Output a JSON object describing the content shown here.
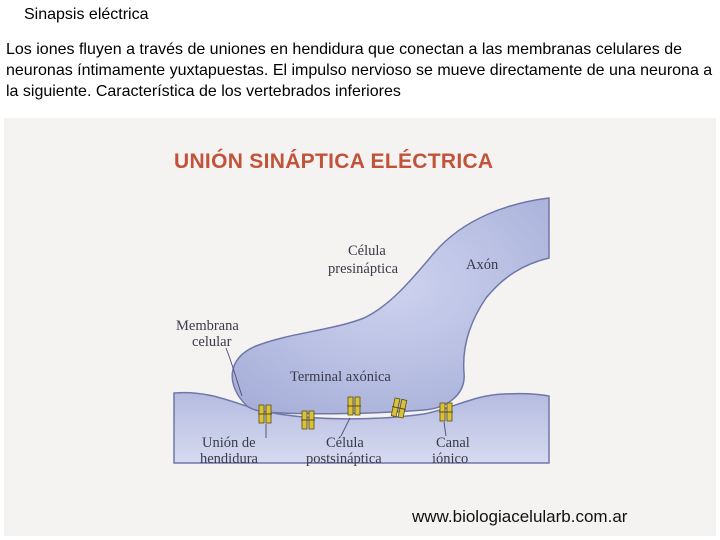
{
  "slide": {
    "title": "Sinapsis eléctrica",
    "body": "Los iones fluyen a través de uniones en hendidura que conectan a las membranas celulares de neuronas íntimamente yuxtapuestas. El impulso nervioso se mueve directamente de una neurona a la siguiente. Característica de los vertebrados inferiores"
  },
  "figure": {
    "title": "UNIÓN SINÁPTICA ELÉCTRICA",
    "labels": {
      "celula_pre_1": "Célula",
      "celula_pre_2": "presináptica",
      "axon": "Axón",
      "membrana_1": "Membrana",
      "membrana_2": "celular",
      "terminal": "Terminal axónica",
      "union_1": "Unión de",
      "union_2": "hendidura",
      "post_1": "Célula",
      "post_2": "postsináptica",
      "canal_1": "Canal",
      "canal_2": "iónico"
    },
    "url": "www.biologiacelularb.com.ar",
    "colors": {
      "cell_fill": "#b8bfe0",
      "cell_stroke": "#7077a8",
      "channel": "#d9c23a",
      "title": "#c2533b"
    }
  }
}
